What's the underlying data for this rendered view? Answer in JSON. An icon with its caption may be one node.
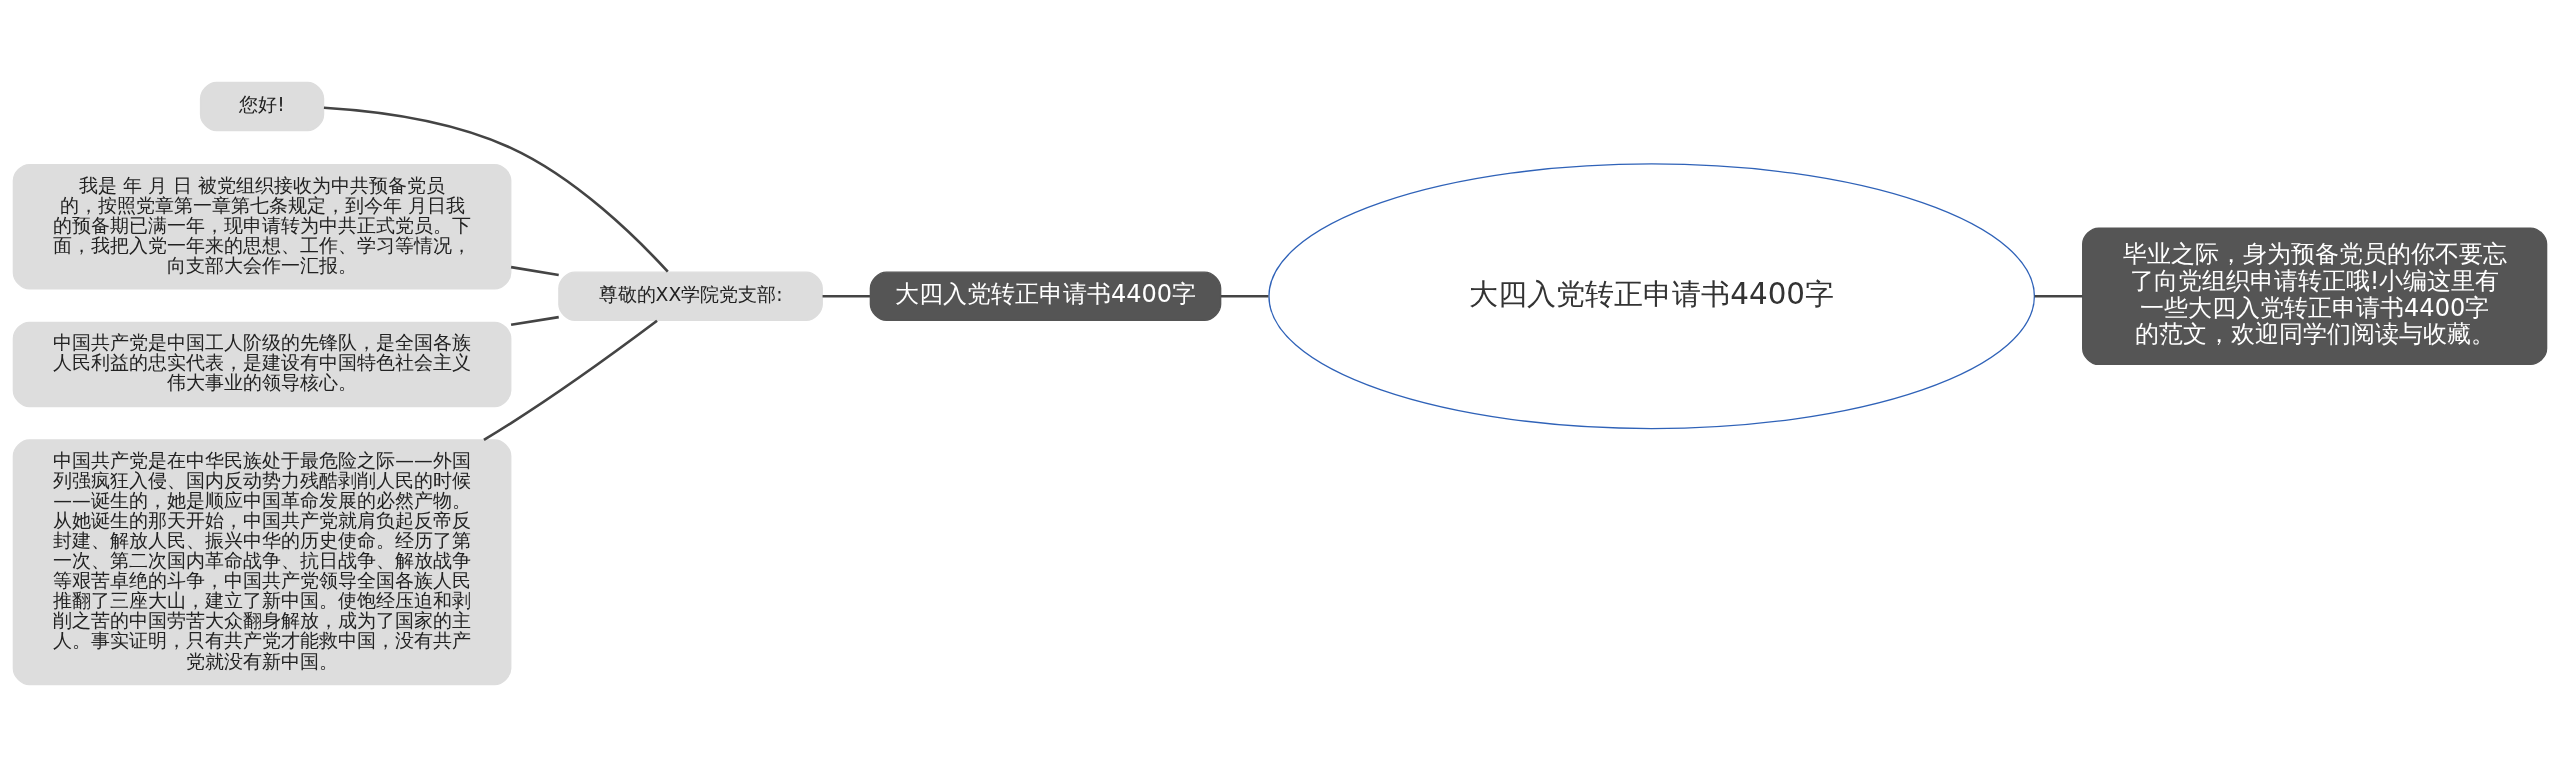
{
  "diagram": {
    "nodes": [
      {
        "text": [
          "大四入党转正申请书4400字"
        ]
      },
      {
        "text": [
          "大四入党转正申请书4400字"
        ]
      },
      {
        "text": [
          "尊敬的XX学院党支部:"
        ]
      },
      {
        "text": [
          "您好!"
        ]
      },
      {
        "text": [
          "我是 年 月 日 被党组织接收为中共预备党员的，按照党章第一章第七条规定，到今年 月日我的预备期已满一年，现申请转为中共正式党员。下面，我把入党一年来的思想、工作、学习等情况，向支部大会作一汇报。"
        ]
      },
      {
        "text": [
          "中国共产党是中国工人阶级的先锋队，是全国各族人民利益的忠实代表，是建设有中国特色社会主义伟大事业的领导核心。"
        ]
      },
      {
        "text": [
          "中国共产党是在中华民族处于最危险之际——外国列强疯狂入侵、国内反动势力残酷剥削人民的时候——诞生的，她是顺应中国革命发展的必然产物。从她诞生的那天开始，中国共产党就肩负起反帝反封建、解放人民、振兴中华的历史使命。经历了第一次、第二次国内革命战争、抗日战争、解放战争等艰苦卓绝的斗争，中国共产党领导全国各族人民推翻了三座大山，建立了新中国。使饱经压迫和剥削之苦的中国劳苦大众翻身解放，成为了国家的主人。事实证明，只有共产党才能救中国，没有共产党就没有新中国。"
        ]
      },
      {
        "text": [
          "毕业之际，身为预备党员的你不要忘了向党组织申请转正哦!小编这里有一些大四入党转正申请书4400字的范文，欢迎同学们阅读与收藏。"
        ]
      }
    ],
    "edges": [
      {
        "from": 1,
        "to": 0,
        "arrow": "none"
      },
      {
        "from": 2,
        "to": 1,
        "arrow": "none"
      },
      {
        "from": 3,
        "to": 2,
        "arrow": "none"
      },
      {
        "from": 4,
        "to": 2,
        "arrow": "none"
      },
      {
        "from": 5,
        "to": 2,
        "arrow": "none"
      },
      {
        "from": 6,
        "to": 2,
        "arrow": "none"
      },
      {
        "from": 0,
        "to": 7,
        "arrow": "none"
      }
    ]
  }
}
